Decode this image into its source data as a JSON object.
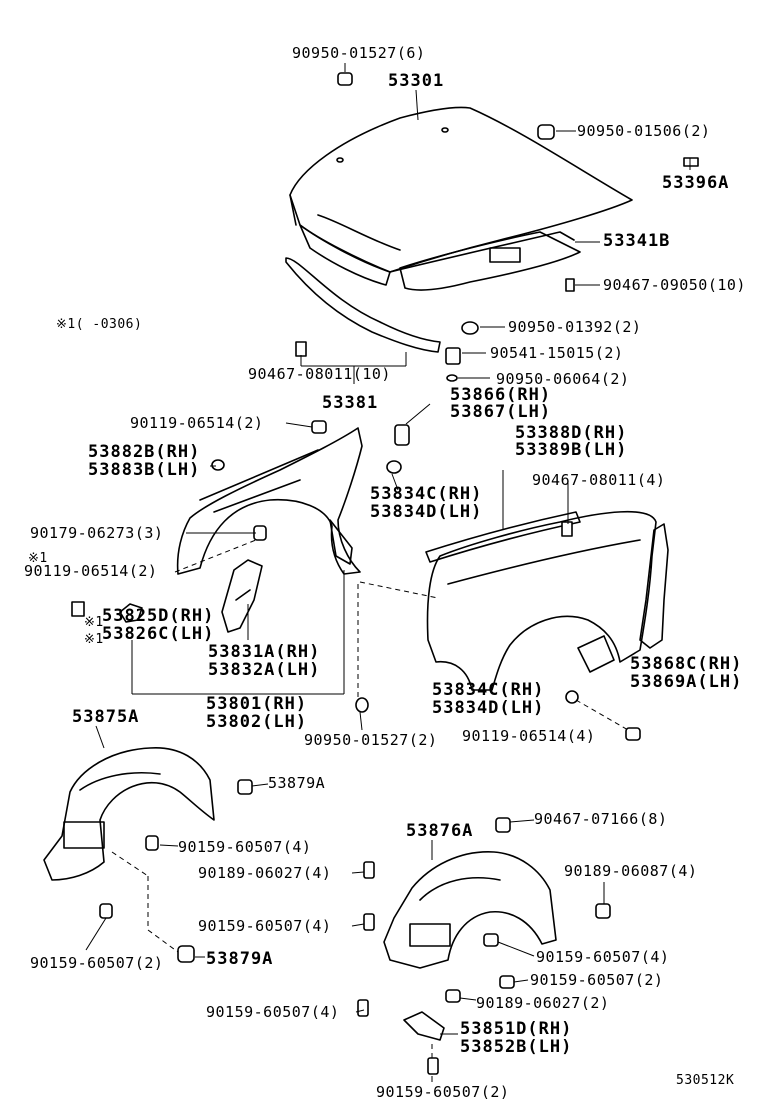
{
  "diagram_code": "530512K",
  "note": "※1(      -0306)",
  "labels": {
    "l01": "90950-01527(6)",
    "l02": "53301",
    "l03": "90950-01506(2)",
    "l04": "53396A",
    "l05": "53341B",
    "l06": "90467-09050(10)",
    "l07": "90950-01392(2)",
    "l08": "90541-15015(2)",
    "l09": "90950-06064(2)",
    "l10": "90467-08011(10)",
    "l11": "53381",
    "l12": "53866(RH)",
    "l13": "53867(LH)",
    "l14": "90119-06514(2)",
    "l15": "53388D(RH)",
    "l16": "53389B(LH)",
    "l17": "53882B(RH)",
    "l18": "53883B(LH)",
    "l19": "90467-08011(4)",
    "l20": "53834C(RH)",
    "l21": "53834D(LH)",
    "l22": "90179-06273(3)",
    "l23": "※1",
    "l24": "90119-06514(2)",
    "l25": "53825D(RH)",
    "l26": "53826C(LH)",
    "l27": "53831A(RH)",
    "l28": "53832A(LH)",
    "l29": "53868C(RH)",
    "l30": "53869A(LH)",
    "l31": "53834C(RH)",
    "l32": "53834D(LH)",
    "l33": "53801(RH)",
    "l34": "53802(LH)",
    "l35": "90950-01527(2)",
    "l36": "90119-06514(4)",
    "l37": "53875A",
    "l38": "53879A",
    "l39": "90159-60507(4)",
    "l40": "90467-07166(8)",
    "l41": "53876A",
    "l42": "90189-06027(4)",
    "l43": "90189-06087(4)",
    "l44": "90159-60507(4)",
    "l45": "90159-60507(4)",
    "l46": "90159-60507(2)",
    "l47": "53879A",
    "l48": "90159-60507(2)",
    "l49": "90189-06027(2)",
    "l50": "90159-60507(4)",
    "l51": "53851D(RH)",
    "l52": "53852B(LH)",
    "l53": "90159-60507(2)",
    "l54": "※1",
    "l55": "※1"
  }
}
